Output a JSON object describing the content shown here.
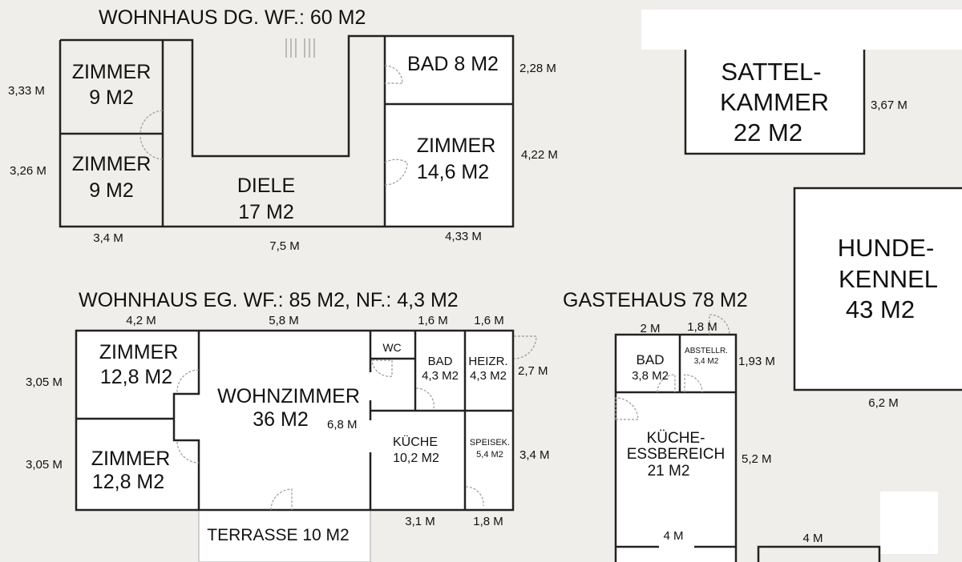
{
  "dg": {
    "title": "WOHNHAUS DG. WF.: 60 M2",
    "rooms": [
      {
        "name": "ZIMMER",
        "area": "9 M2"
      },
      {
        "name": "ZIMMER",
        "area": "9 M2"
      },
      {
        "name": "DIELE",
        "area": "17 M2"
      },
      {
        "name": "BAD 8 M2"
      },
      {
        "name": "ZIMMER",
        "area": "14,6 M2"
      }
    ],
    "dims": [
      "3,33 M",
      "3,26 M",
      "3,4 M",
      "7,5 M",
      "4,33 M",
      "2,28 M",
      "4,22 M"
    ]
  },
  "sattelkammer": {
    "line1": "SATTEL-",
    "line2": "KAMMER",
    "area": "22 M2",
    "dim": "3,67 M"
  },
  "hundekennel": {
    "line1": "HUNDE-",
    "line2": "KENNEL",
    "area": "43 M2",
    "dim": "6,2 M"
  },
  "eg": {
    "title": "WOHNHAUS EG. WF.: 85 M2, NF.: 4,3 M2",
    "rooms": [
      {
        "name": "ZIMMER",
        "area": "12,8 M2"
      },
      {
        "name": "ZIMMER",
        "area": "12,8 M2"
      },
      {
        "name": "WOHNZIMMER",
        "area": "36 M2"
      },
      {
        "name": "WC"
      },
      {
        "name": "BAD",
        "area": "4,3 M2"
      },
      {
        "name": "HEIZR.",
        "area": "4,3 M2"
      },
      {
        "name": "KÜCHE",
        "area": "10,2 M2"
      },
      {
        "name": "SPEISEK.",
        "area": "5,4 M2"
      },
      {
        "name": "TERRASSE 10 M2"
      }
    ],
    "dims": [
      "4,2 M",
      "5,8 M",
      "1,6 M",
      "1,6 M",
      "3,05 M",
      "3,05 M",
      "6,8 M",
      "2,7 M",
      "3,4 M",
      "3,1 M",
      "1,8 M"
    ]
  },
  "gaestehaus": {
    "title": "GASTEHAUS 78 M2",
    "rooms": [
      {
        "name": "BAD",
        "area": "3,8 M2"
      },
      {
        "name": "ABSTELLR.",
        "area": "3,4 M2"
      },
      {
        "name": "KÜCHE-",
        "name2": "ESSBEREICH",
        "area": "21 M2"
      }
    ],
    "dims": [
      "2 M",
      "1,8 M",
      "1,93 M",
      "5,2 M",
      "4 M",
      "4 M"
    ]
  }
}
